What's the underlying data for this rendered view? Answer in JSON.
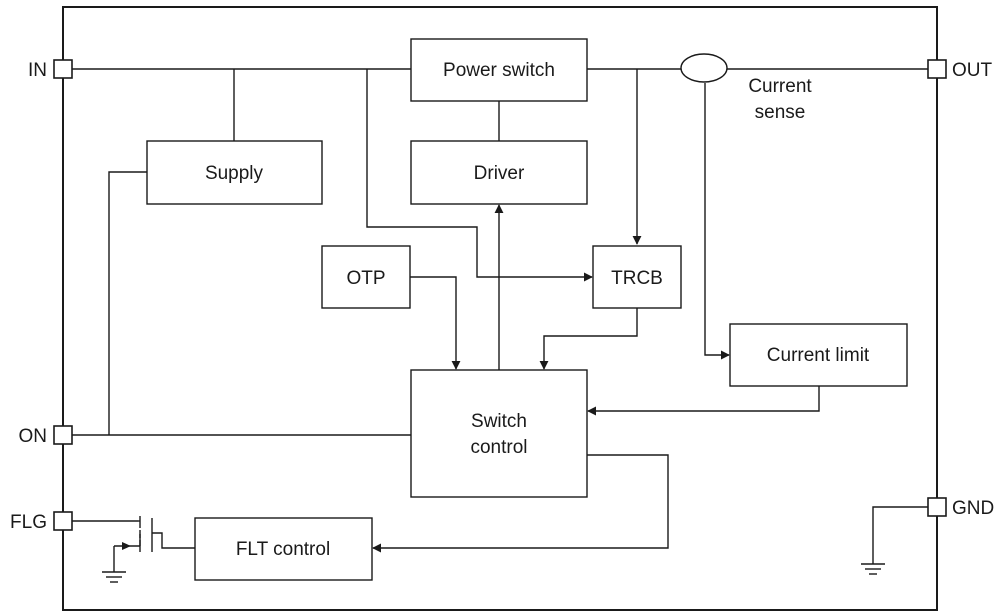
{
  "pins": {
    "in": "IN",
    "out": "OUT",
    "on": "ON",
    "flg": "FLG",
    "gnd": "GND"
  },
  "blocks": {
    "power_switch": "Power switch",
    "driver": "Driver",
    "supply": "Supply",
    "otp": "OTP",
    "trcb": "TRCB",
    "current_limit": "Current limit",
    "switch_control_line1": "Switch",
    "switch_control_line2": "control",
    "flt_control": "FLT control"
  },
  "annotations": {
    "current_sense_line1": "Current",
    "current_sense_line2": "sense"
  }
}
